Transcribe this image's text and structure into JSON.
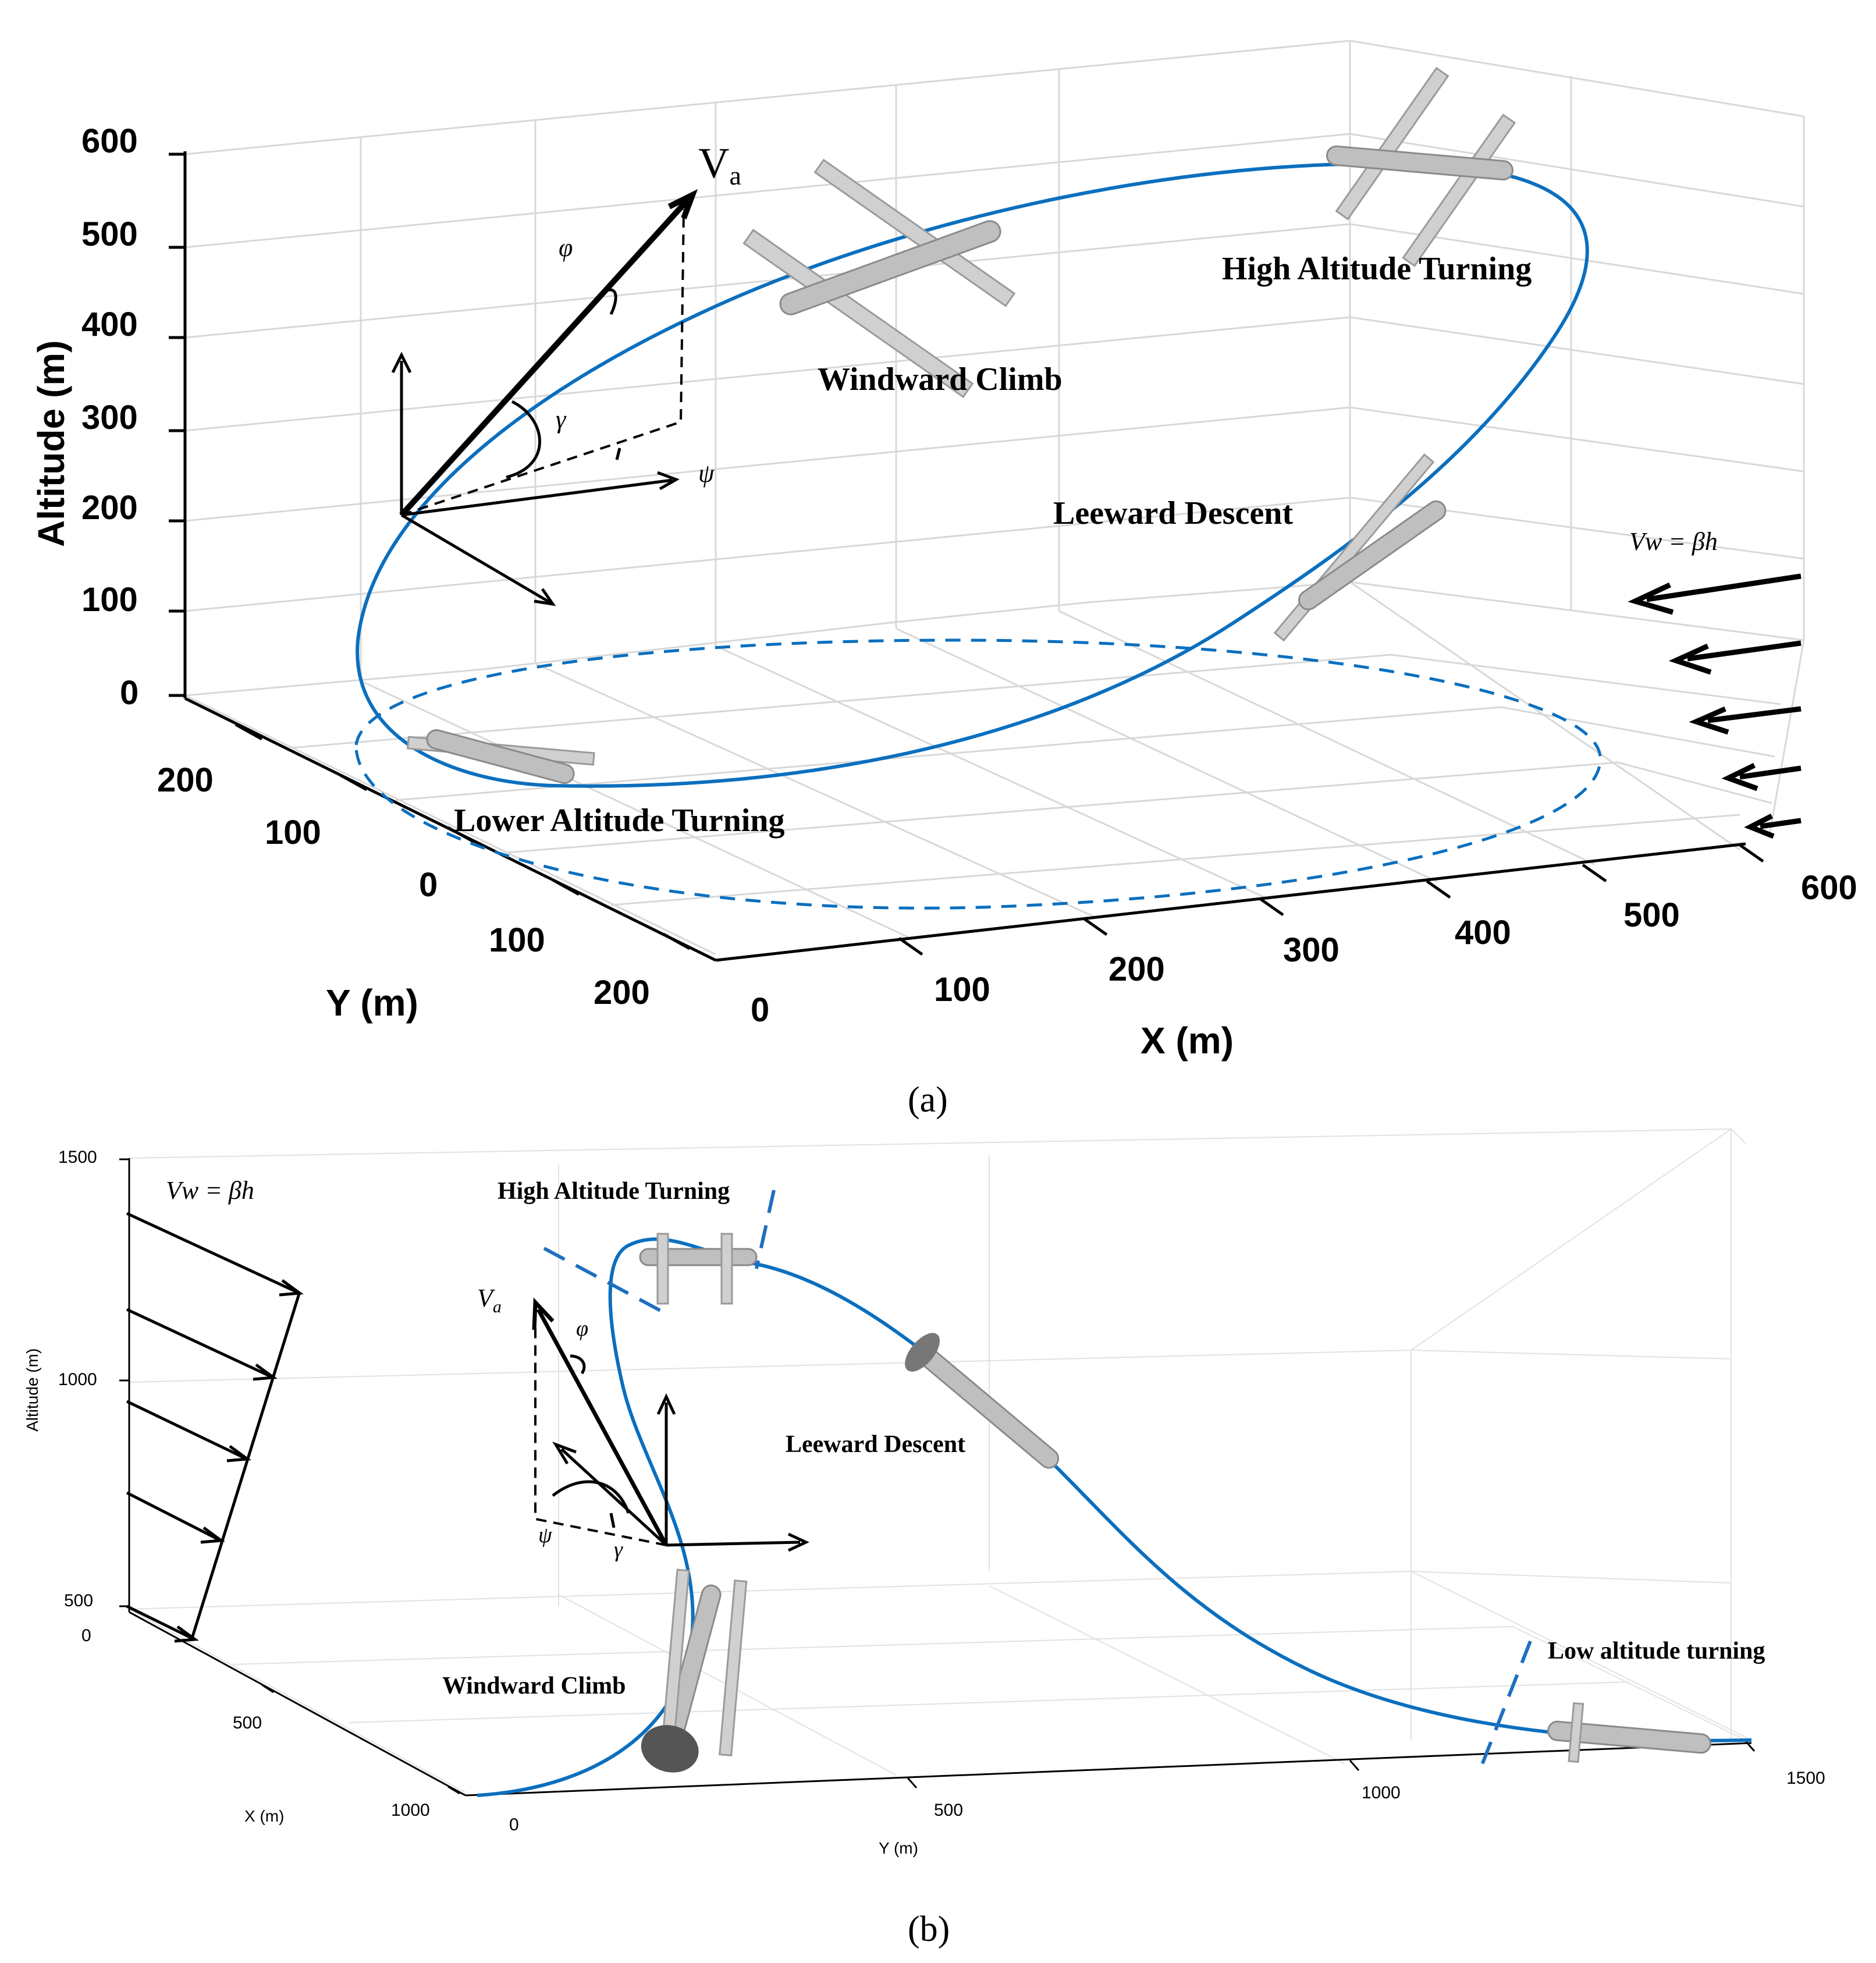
{
  "chart_data": [
    {
      "type": "line",
      "panel": "(a)",
      "projection": "3d",
      "zlabel": "Altitude (m)",
      "xlabel": "X (m)",
      "ylabel": "Y (m)",
      "zticks": [
        "0",
        "100",
        "200",
        "300",
        "400",
        "500",
        "600"
      ],
      "xticks": [
        "0",
        "100",
        "200",
        "300",
        "400",
        "500",
        "600"
      ],
      "yticks": [
        "200",
        "100",
        "0",
        "100",
        "200"
      ],
      "zlim": [
        0,
        600
      ],
      "xlim": [
        0,
        600
      ],
      "ylim": [
        -200,
        200
      ],
      "grid": true,
      "series": [
        {
          "style": "solid",
          "color": "#0b6fbe"
        },
        {
          "style": "dashed",
          "color": "#0b6fbe"
        }
      ],
      "annotations": [
        "Windward Climb",
        "High Altitude Turning",
        "Leeward Descent",
        "Lower Altitude Turning"
      ],
      "symbols": {
        "va": "V",
        "va_sub": "a",
        "phi": "φ",
        "gamma": "γ",
        "psi": "ψ",
        "wind": "Vw = βh"
      },
      "wind_arrow_count": 5
    },
    {
      "type": "line",
      "panel": "(b)",
      "projection": "3d",
      "zlabel": "Altitude (m)",
      "xlabel": "X (m)",
      "ylabel": "Y (m)",
      "zticks": [
        "500",
        "1000",
        "1500"
      ],
      "xticks": [
        "0",
        "500",
        "1000"
      ],
      "yticks": [
        "0",
        "500",
        "1000",
        "1500"
      ],
      "zlim": [
        500,
        1500
      ],
      "xlim": [
        0,
        1000
      ],
      "ylim": [
        0,
        1500
      ],
      "grid": true,
      "series": [
        {
          "style": "solid",
          "color": "#0b6fbe"
        }
      ],
      "annotations": [
        "High Altitude Turning",
        "Leeward Descent",
        "Windward Climb",
        "Low altitude turning"
      ],
      "symbols": {
        "va": "V",
        "va_sub": "a",
        "phi": "φ",
        "gamma": "γ",
        "psi": "ψ",
        "wind": "Vw = βh"
      },
      "wind_arrow_count": 5
    }
  ],
  "captions": {
    "a": "(a)",
    "b": "(b)"
  }
}
